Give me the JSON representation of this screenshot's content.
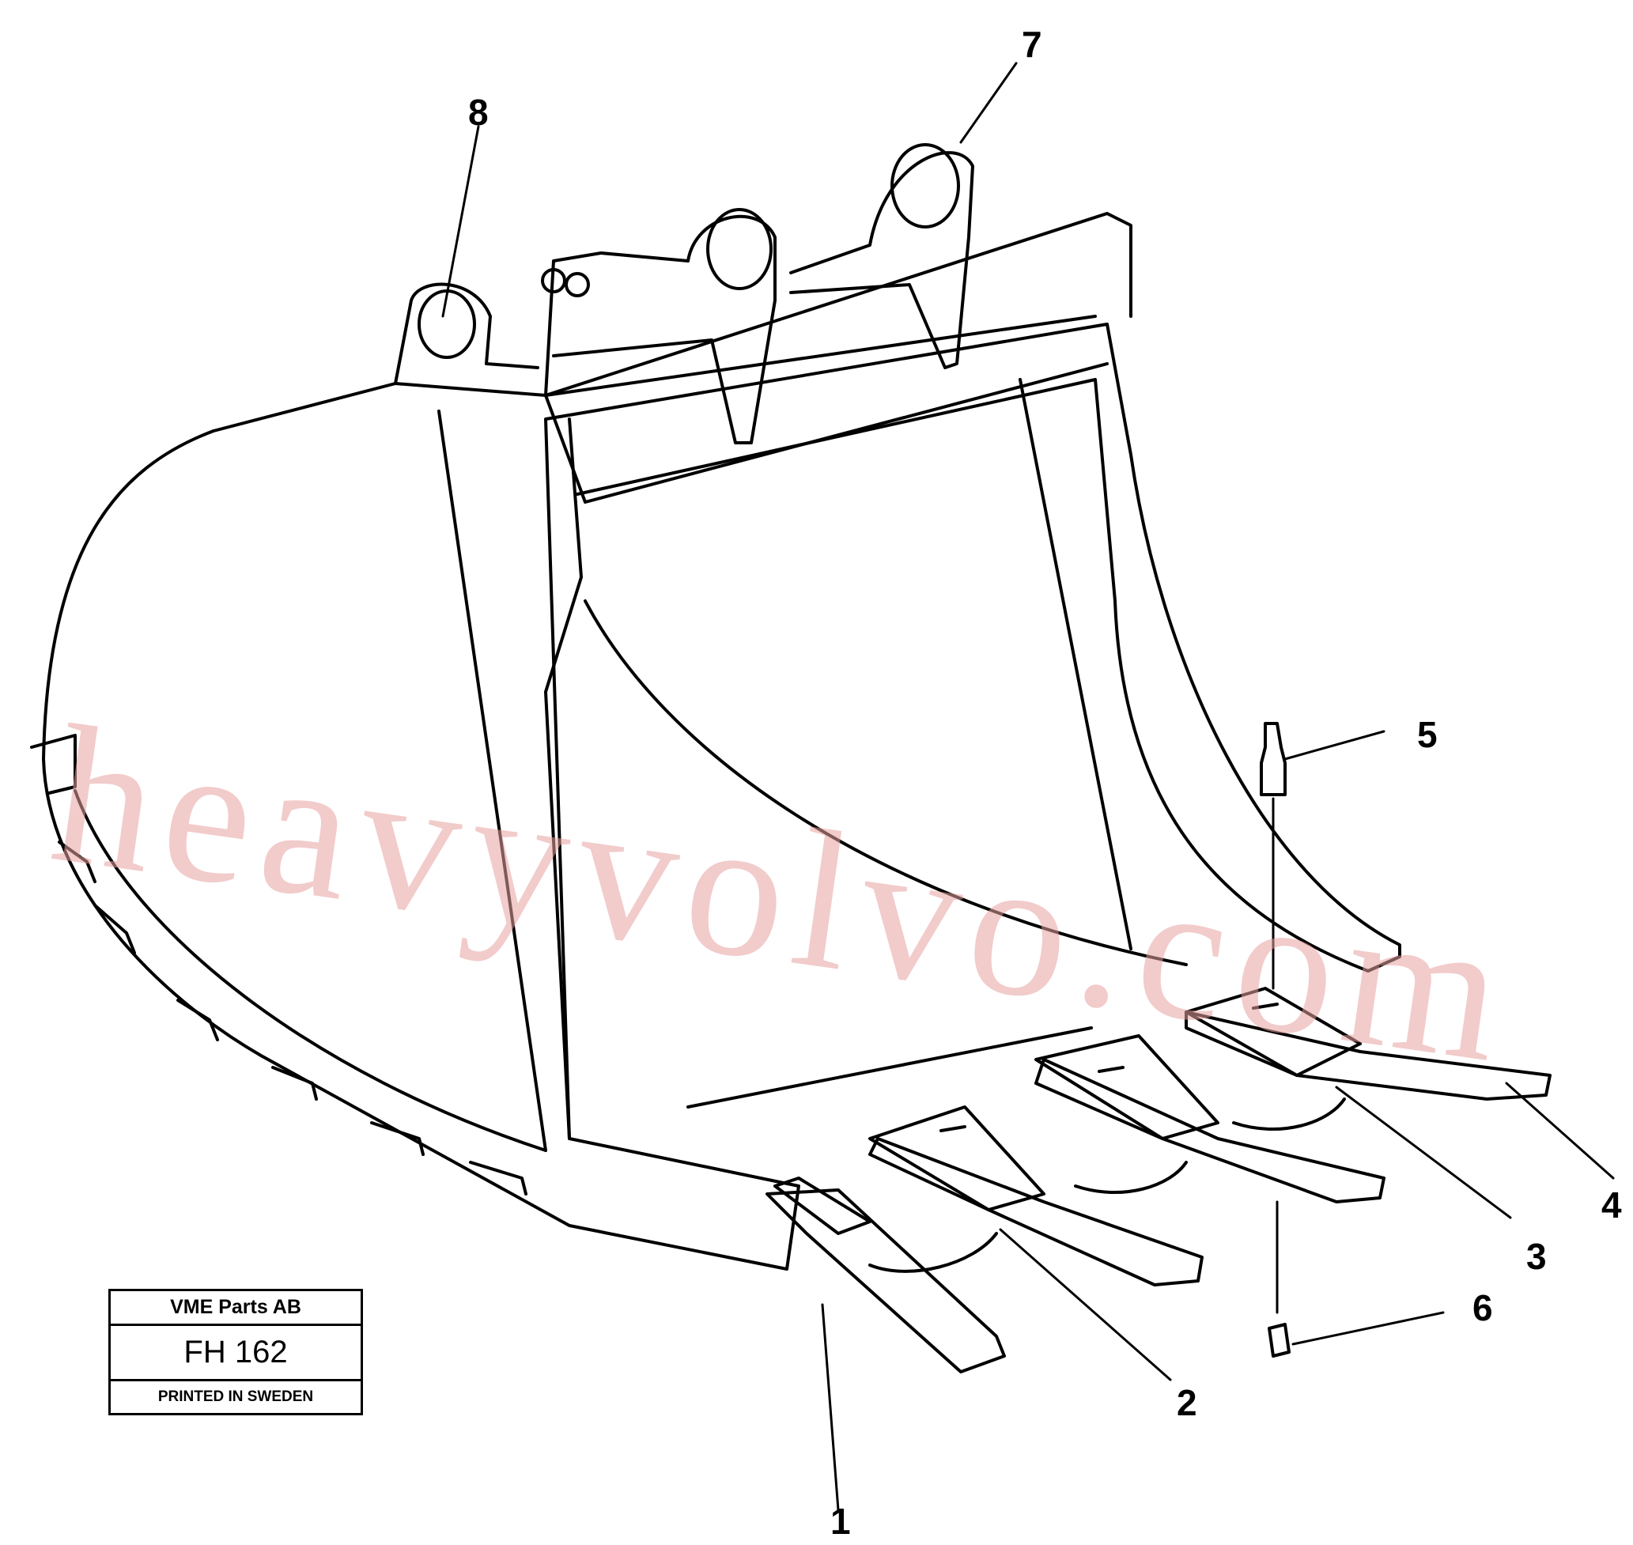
{
  "callouts": [
    {
      "id": "1",
      "label": "1"
    },
    {
      "id": "2",
      "label": "2"
    },
    {
      "id": "3",
      "label": "3"
    },
    {
      "id": "4",
      "label": "4"
    },
    {
      "id": "5",
      "label": "5"
    },
    {
      "id": "6",
      "label": "6"
    },
    {
      "id": "7",
      "label": "7"
    },
    {
      "id": "8",
      "label": "8"
    }
  ],
  "stamp": {
    "company": "VME Parts AB",
    "code": "FH 162",
    "printed": "PRINTED IN SWEDEN"
  },
  "watermark": {
    "text": "heavyvolvo.com",
    "color": "#e8a0a0"
  },
  "colors": {
    "line": "#000000",
    "background": "#ffffff"
  }
}
